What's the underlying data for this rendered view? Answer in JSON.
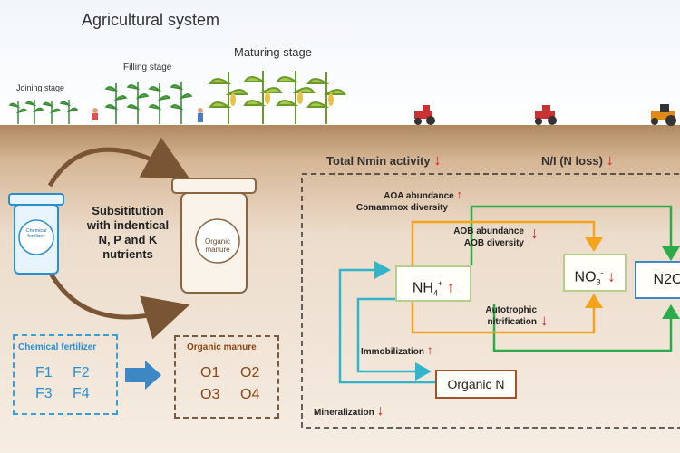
{
  "top": {
    "title": "Agricultural  system",
    "stages": {
      "joining": "Joining stage",
      "filling": "Filling stage",
      "maturing": "Maturing stage"
    }
  },
  "left": {
    "substitution_text": [
      "Subsititution",
      "with indentical",
      "N, P and K",
      "nutrients"
    ],
    "chem_bag_label": "Chemical fertilizer",
    "organic_bag_label": "Organic manure",
    "chem_group": {
      "title": "Chemical fertilizer",
      "codes": [
        "F1",
        "F2",
        "F3",
        "F4"
      ]
    },
    "organic_group": {
      "title": "Organic manure",
      "codes": [
        "O1",
        "O2",
        "O3",
        "O4"
      ]
    }
  },
  "right": {
    "nmin_heading": "Total Nmin activity",
    "ni_heading": "N/I (N loss)",
    "arrow_glyph": "↑",
    "down_glyph": "↓",
    "labels": {
      "aoa_1": "AOA abundance",
      "aoa_2": "Comammox diversity",
      "aob_1": "AOB abundance",
      "aob_2": "AOB diversity",
      "auto_1": "Autotrophic",
      "auto_2": "nitrification",
      "immob": "Immobilization",
      "miner": "Mineralization"
    },
    "nodes": {
      "nh4_base": "NH",
      "nh4_sub": "4",
      "nh4_sup": "+",
      "no3_base": "NO",
      "no3_sub": "3",
      "no3_sup": "-",
      "n2o": "N2O",
      "organic_n": "Organic N"
    }
  },
  "colors": {
    "soil": "#d6b796",
    "brown_arrow": "#7a5533",
    "green": "#2bab4a",
    "orange": "#f5a31c",
    "teal": "#33b5c9",
    "blue": "#3d87c4",
    "red": "#d22222",
    "chem_blue": "#2a8fd0",
    "organic_brown": "#8b4513"
  }
}
